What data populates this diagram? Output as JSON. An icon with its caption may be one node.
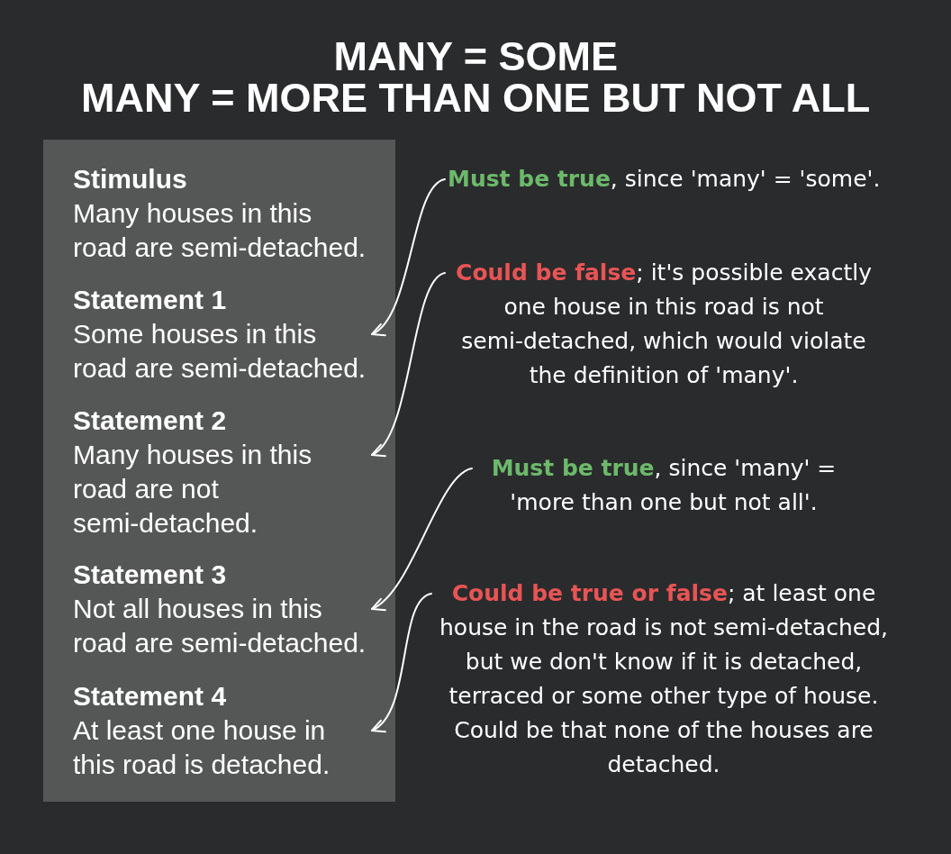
{
  "diagram": {
    "title": "MANY = SOME",
    "nodes": [
      {
        "text": [],
        "shape": "box"
      },
      {
        "text": [
          "Stimulus",
          "Many houses in this road are semi-detached."
        ],
        "in": 0
      },
      {
        "text": [
          "Statement 1",
          "Some houses in this road are semi-detached."
        ],
        "in": 0
      },
      {
        "text": [
          "Statement 2",
          "Many houses in this road are not semi-detached."
        ],
        "in": 0
      },
      {
        "text": [
          "Statement 3",
          "Not all houses in this road are semi-detached."
        ],
        "in": 0
      },
      {
        "text": [
          "Statement 4",
          "At least one house in this road is detached."
        ],
        "in": 0
      },
      {
        "text": [
          "**Must be true**, since 'many' = 'some'."
        ]
      },
      {
        "text": [
          "**Could be false**; it's possible exactly one house in this road is not semi-detached, which would violate the definition of 'many'."
        ]
      },
      {
        "text": [
          "**Must be true**, since 'many' = 'more than one but not all'."
        ]
      },
      {
        "text": [
          "**Could be true or false**; at least one house in the road is not semi-detached, but we don't know if it is detached, terraced or some other type of house. Could be that none of the houses are detached."
        ]
      }
    ],
    "edges": [
      {
        "from": 6,
        "to": 2,
        "arrow": "to"
      },
      {
        "from": 7,
        "to": 3,
        "arrow": "to"
      },
      {
        "from": 8,
        "to": 4,
        "arrow": "to"
      },
      {
        "from": 9,
        "to": 5,
        "arrow": "to"
      }
    ],
    "labels": [
      "MANY = MORE THAN ONE BUT NOT ALL"
    ]
  }
}
